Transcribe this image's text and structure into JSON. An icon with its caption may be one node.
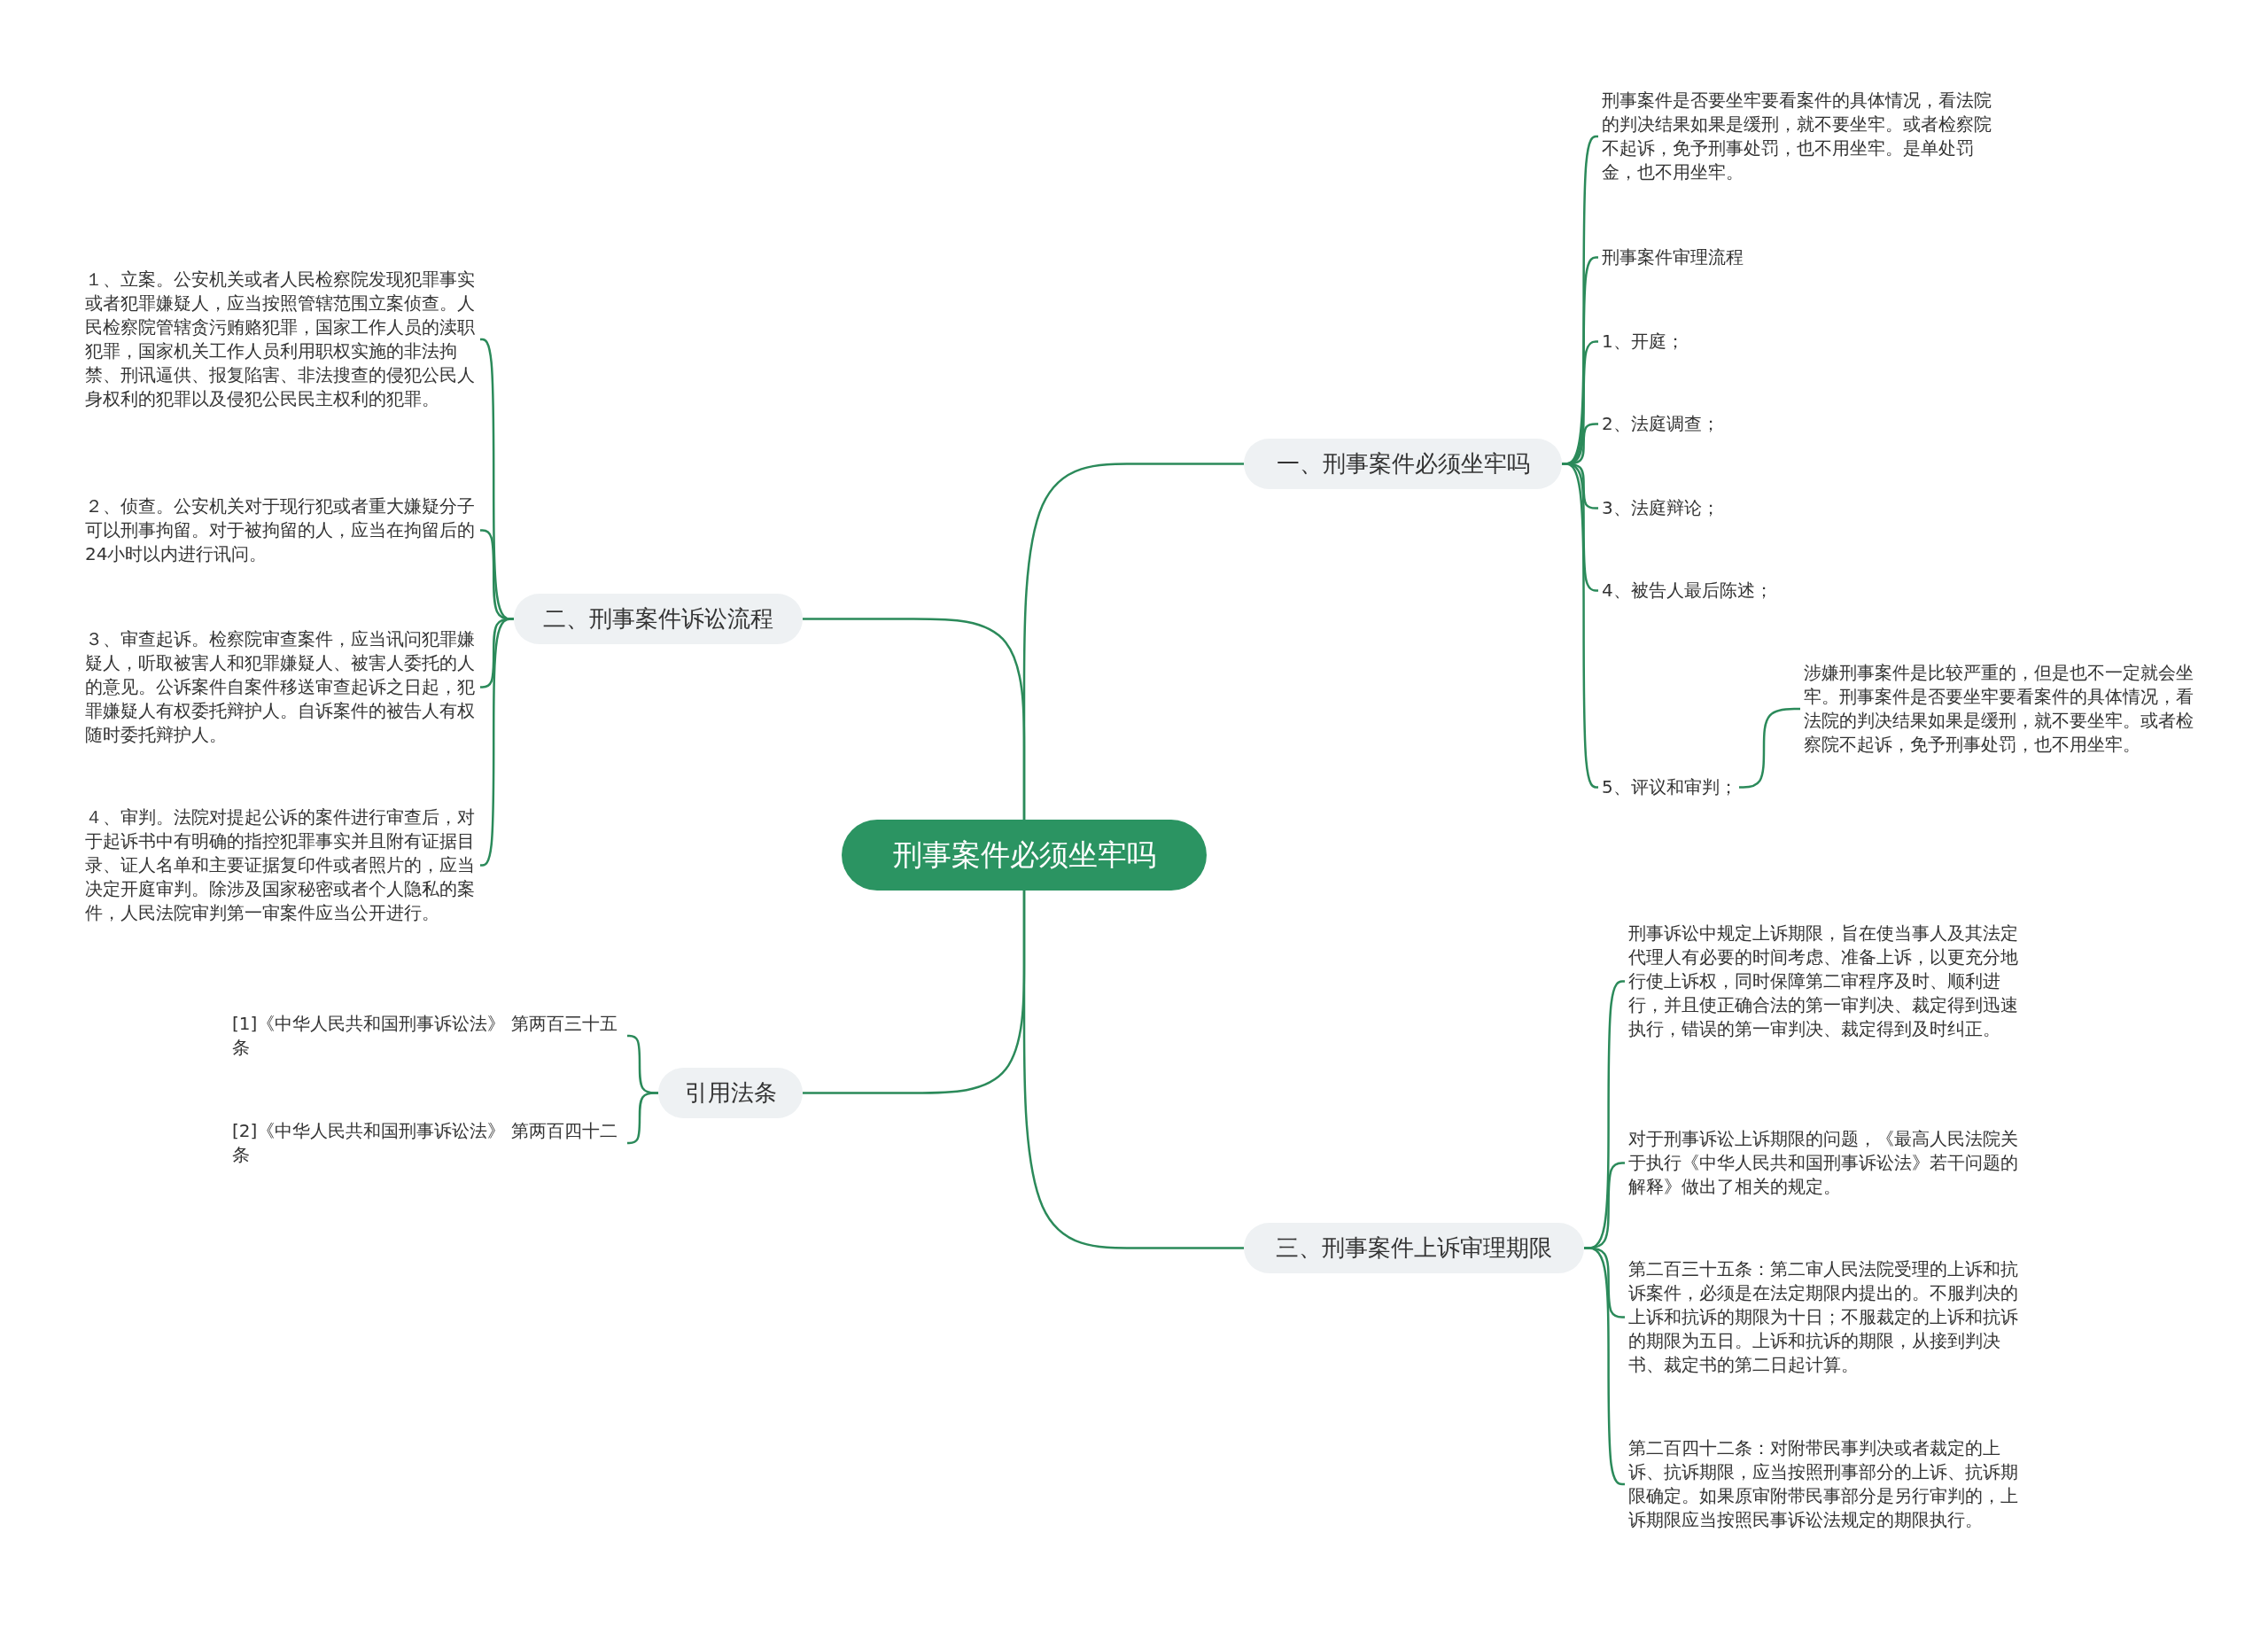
{
  "diagram": {
    "nodes": [
      {
        "text": [
          "刑事案件必须坐牢吗"
        ]
      },
      {
        "text": [
          "一、刑事案件必须坐牢吗"
        ]
      },
      {
        "text": [
          "刑事案件是否要坐牢要看案件的具体情况，看法院的判决结果如果是缓刑，就不要坐牢。或者检察院不起诉，免予刑事处罚，也不用坐牢。是单处罚金，也不用坐牢。"
        ]
      },
      {
        "text": [
          "刑事案件审理流程"
        ]
      },
      {
        "text": [
          "1、开庭；"
        ]
      },
      {
        "text": [
          "2、法庭调查；"
        ]
      },
      {
        "text": [
          "3、法庭辩论；"
        ]
      },
      {
        "text": [
          "4、被告人最后陈述；"
        ]
      },
      {
        "text": [
          "5、评议和审判；"
        ]
      },
      {
        "text": [
          "涉嫌刑事案件是比较严重的，但是也不一定就会坐牢。刑事案件是否要坐牢要看案件的具体情况，看法院的判决结果如果是缓刑，就不要坐牢。或者检察院不起诉，免予刑事处罚，也不用坐牢。"
        ]
      },
      {
        "text": [
          "二、刑事案件诉讼流程"
        ]
      },
      {
        "text": [
          "１、立案。公安机关或者人民检察院发现犯罪事实或者犯罪嫌疑人，应当按照管辖范围立案侦查。人民检察院管辖贪污贿赂犯罪，国家工作人员的渎职犯罪，国家机关工作人员利用职权实施的非法拘禁、刑讯逼供、报复陷害、非法搜查的侵犯公民人身权利的犯罪以及侵犯公民民主权利的犯罪。"
        ]
      },
      {
        "text": [
          "２、侦查。公安机关对于现行犯或者重大嫌疑分子可以刑事拘留。对于被拘留的人，应当在拘留后的24小时以内进行讯问。"
        ]
      },
      {
        "text": [
          "３、审查起诉。检察院审查案件，应当讯问犯罪嫌疑人，听取被害人和犯罪嫌疑人、被害人委托的人的意见。公诉案件自案件移送审查起诉之日起，犯罪嫌疑人有权委托辩护人。自诉案件的被告人有权随时委托辩护人。"
        ]
      },
      {
        "text": [
          "４、审判。法院对提起公诉的案件进行审查后，对于起诉书中有明确的指控犯罪事实并且附有证据目录、证人名单和主要证据复印件或者照片的，应当决定开庭审判。除涉及国家秘密或者个人隐私的案件，人民法院审判第一审案件应当公开进行。"
        ]
      },
      {
        "text": [
          "引用法条"
        ]
      },
      {
        "text": [
          "[1]《中华人民共和国刑事诉讼法》 第两百三十五条"
        ]
      },
      {
        "text": [
          "[2]《中华人民共和国刑事诉讼法》 第两百四十二条"
        ]
      },
      {
        "text": [
          "三、刑事案件上诉审理期限"
        ]
      },
      {
        "text": [
          "刑事诉讼中规定上诉期限，旨在使当事人及其法定代理人有必要的时间考虑、准备上诉，以更充分地行使上诉权，同时保障第二审程序及时、顺利进行，并且使正确合法的第一审判决、裁定得到迅速执行，错误的第一审判决、裁定得到及时纠正。"
        ]
      },
      {
        "text": [
          "对于刑事诉讼上诉期限的问题，《最高人民法院关于执行《中华人民共和国刑事诉讼法》若干问题的解释》做出了相关的规定。"
        ]
      },
      {
        "text": [
          "第二百三十五条：第二审人民法院受理的上诉和抗诉案件，必须是在法定期限内提出的。不服判决的上诉和抗诉的期限为十日；不服裁定的上诉和抗诉的期限为五日。上诉和抗诉的期限，从接到判决书、裁定书的第二日起计算。"
        ]
      },
      {
        "text": [
          "第二百四十二条：对附带民事判决或者裁定的上诉、抗诉期限，应当按照刑事部分的上诉、抗诉期限确定。如果原审附带民事部分是另行审判的，上诉期限应当按照民事诉讼法规定的期限执行。"
        ]
      }
    ],
    "edges": [
      {
        "from": 0,
        "to": 1,
        "arrow": "none"
      },
      {
        "from": 1,
        "to": 2,
        "arrow": "none"
      },
      {
        "from": 1,
        "to": 3,
        "arrow": "none"
      },
      {
        "from": 1,
        "to": 4,
        "arrow": "none"
      },
      {
        "from": 1,
        "to": 5,
        "arrow": "none"
      },
      {
        "from": 1,
        "to": 6,
        "arrow": "none"
      },
      {
        "from": 1,
        "to": 7,
        "arrow": "none"
      },
      {
        "from": 1,
        "to": 8,
        "arrow": "none"
      },
      {
        "from": 8,
        "to": 9,
        "arrow": "none"
      },
      {
        "from": 0,
        "to": 10,
        "arrow": "none"
      },
      {
        "from": 10,
        "to": 11,
        "arrow": "none"
      },
      {
        "from": 10,
        "to": 12,
        "arrow": "none"
      },
      {
        "from": 10,
        "to": 13,
        "arrow": "none"
      },
      {
        "from": 10,
        "to": 14,
        "arrow": "none"
      },
      {
        "from": 0,
        "to": 15,
        "arrow": "none"
      },
      {
        "from": 15,
        "to": 16,
        "arrow": "none"
      },
      {
        "from": 15,
        "to": 17,
        "arrow": "none"
      },
      {
        "from": 0,
        "to": 18,
        "arrow": "none"
      },
      {
        "from": 18,
        "to": 19,
        "arrow": "none"
      },
      {
        "from": 18,
        "to": 20,
        "arrow": "none"
      },
      {
        "from": 18,
        "to": 21,
        "arrow": "none"
      },
      {
        "from": 18,
        "to": 22,
        "arrow": "none"
      }
    ]
  }
}
